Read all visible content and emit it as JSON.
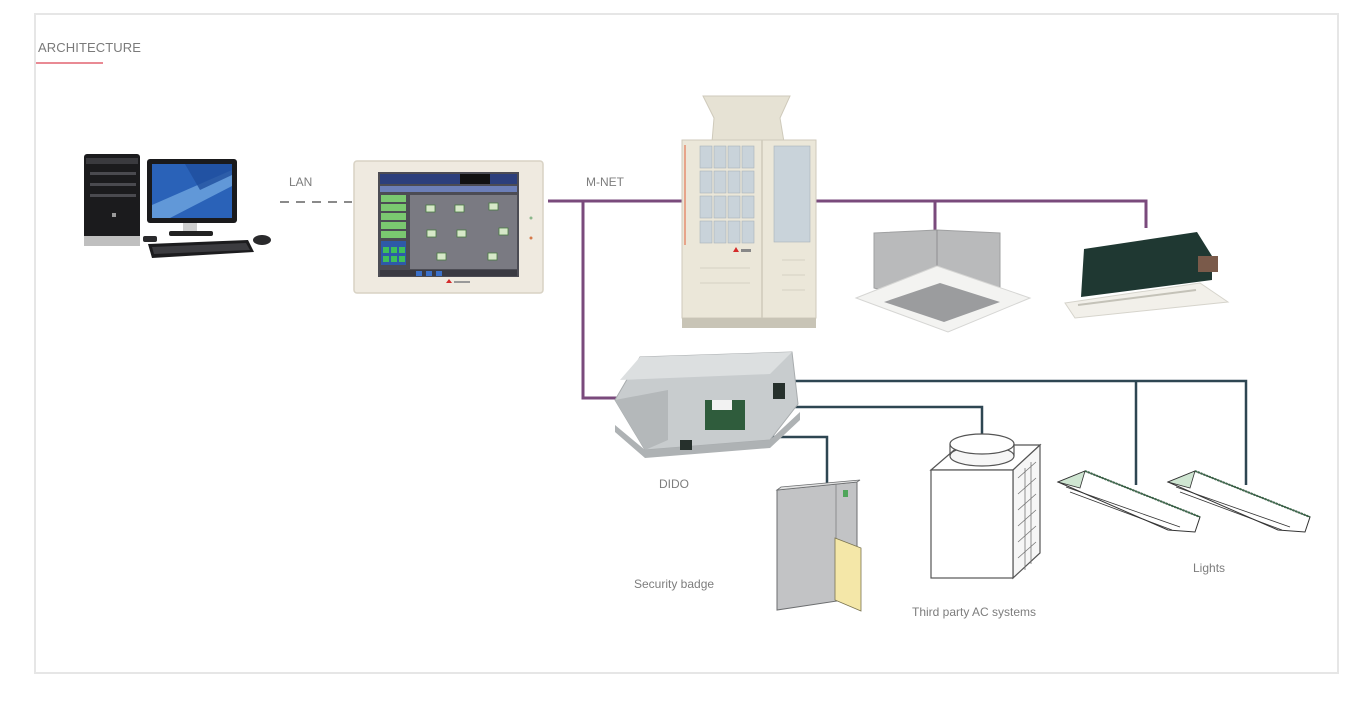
{
  "section": {
    "title": "ARCHITECTURE",
    "accent_color": "#e98a94"
  },
  "connections": {
    "lan_label": "LAN",
    "mnet_label": "M-NET",
    "lan_color": "#8a8a8a",
    "mnet_color": "#7a4a7c",
    "dido_line_color": "#2e4652"
  },
  "devices": {
    "pc": "Desktop PC",
    "controller": "Central controller touch panel",
    "outdoor_unit": "Outdoor unit",
    "cassette_unit": "4-way ceiling cassette",
    "ducted_unit": "Ceiling concealed unit",
    "dido_label": "DIDO",
    "security_label": "Security badge",
    "third_party_label": "Third party AC systems",
    "lights_label": "Lights"
  }
}
